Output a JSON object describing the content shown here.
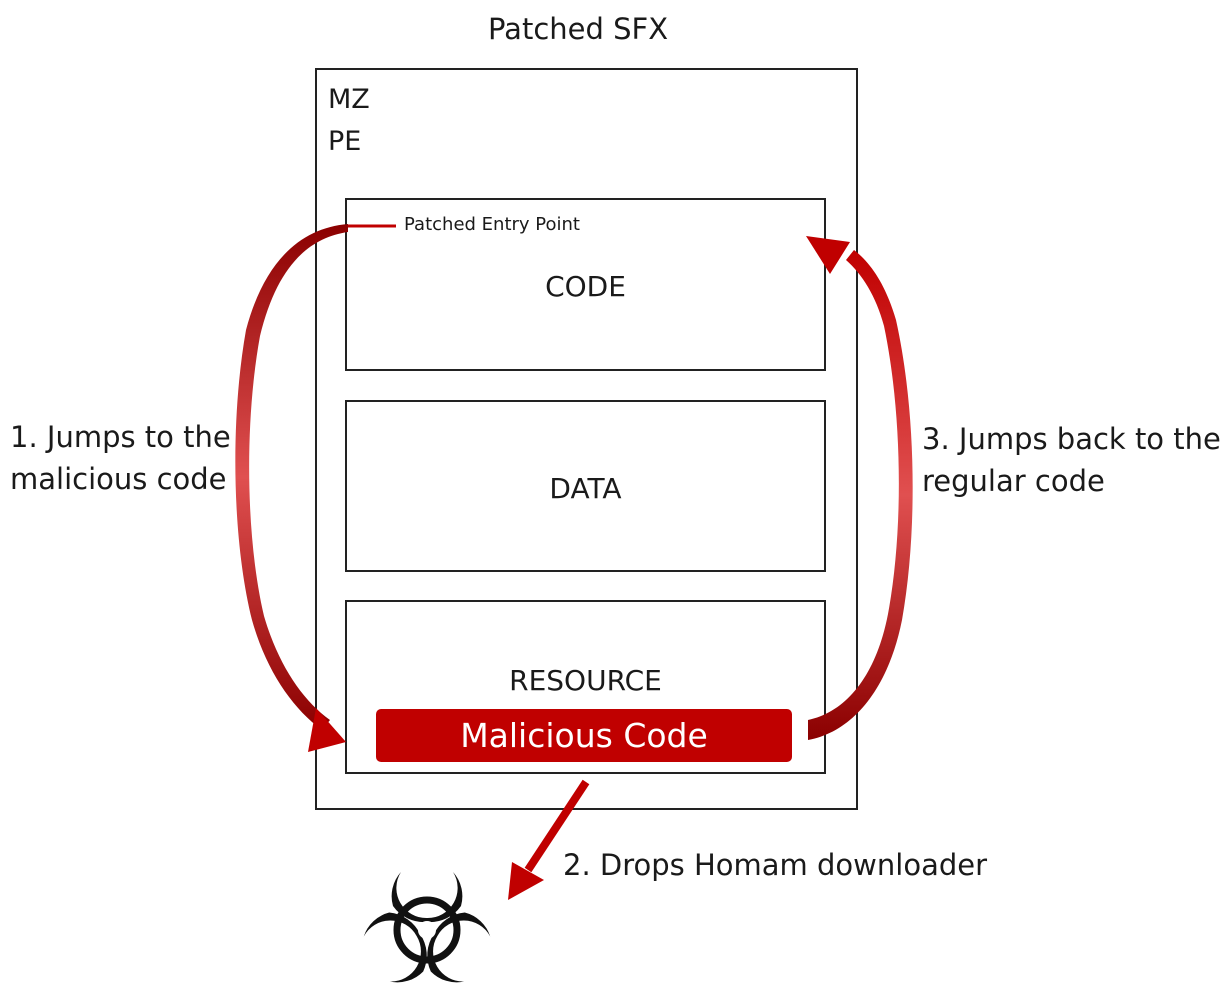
{
  "title": "Patched SFX",
  "header_lines": [
    "MZ",
    "PE"
  ],
  "sections": {
    "code": "CODE",
    "data": "DATA",
    "resource": "RESOURCE"
  },
  "malicious_code_label": "Malicious Code",
  "entry_point_label": "Patched Entry Point",
  "steps": {
    "step1": "1. Jumps to the\nmalicious code",
    "step2": "2. Drops Homam downloader",
    "step3": "3. Jumps back to the\nregular code"
  },
  "icons": {
    "biohazard": "biohazard-icon"
  },
  "colors": {
    "accent_red": "#c00000",
    "arrow_dark_red": "#8b0000",
    "border": "#222222",
    "background": "#ffffff"
  }
}
